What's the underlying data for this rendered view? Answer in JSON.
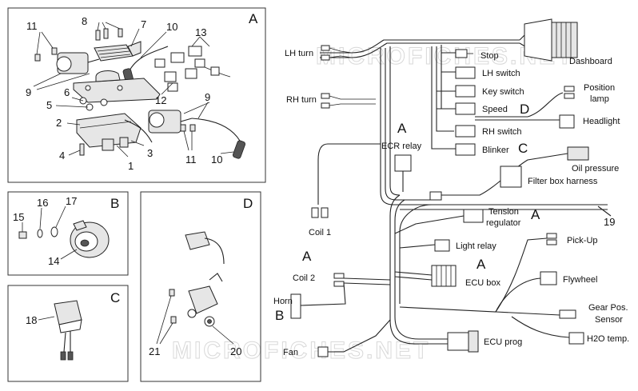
{
  "watermark": "MICROFICHES.NET",
  "panels": {
    "A": {
      "letter": "A",
      "numbers": [
        "11",
        "8",
        "7",
        "10",
        "13",
        "9",
        "6",
        "5",
        "2",
        "4",
        "12",
        "3",
        "1",
        "9",
        "11",
        "10"
      ]
    },
    "B": {
      "letter": "B",
      "numbers": [
        "15",
        "16",
        "17",
        "14"
      ]
    },
    "C": {
      "letter": "C",
      "numbers": [
        "18"
      ]
    },
    "D": {
      "letter": "D",
      "numbers": [
        "21",
        "20"
      ]
    }
  },
  "harness": {
    "labels": {
      "lh_turn": "LH turn",
      "rh_turn": "RH turn",
      "stop": "Stop",
      "lh_switch": "LH switch",
      "key_switch": "Key switch",
      "speed": "Speed",
      "rh_switch": "RH switch",
      "blinker": "Blinker",
      "dashboard": "Dashboard",
      "position_lamp_1": "Position",
      "position_lamp_2": "lamp",
      "headlight": "Headlight",
      "oil_pressure": "Oil pressure",
      "filter_box_harness": "Filter box harness",
      "ecr_relay": "ECR relay",
      "coil_1": "Coil 1",
      "tension_regulator_1": "Tension",
      "tension_regulator_2": "regulator",
      "light_relay": "Light relay",
      "pick_up": "Pick-Up",
      "coil_2": "Coil 2",
      "ecu_box": "ECU box",
      "flywheel": "Flywheel",
      "horn": "Horn",
      "gear_pos_1": "Gear Pos.",
      "gear_pos_2": "Sensor",
      "h2o_temp": "H2O temp.",
      "ecu_prog": "ECU prog",
      "fan": "Fan",
      "harness_number": "19"
    },
    "refs": {
      "speed": "D",
      "blinker": "C",
      "ecr_relay": "A",
      "tension_regulator": "A",
      "coil_2": "A",
      "ecu_box": "A",
      "horn": "B"
    }
  }
}
